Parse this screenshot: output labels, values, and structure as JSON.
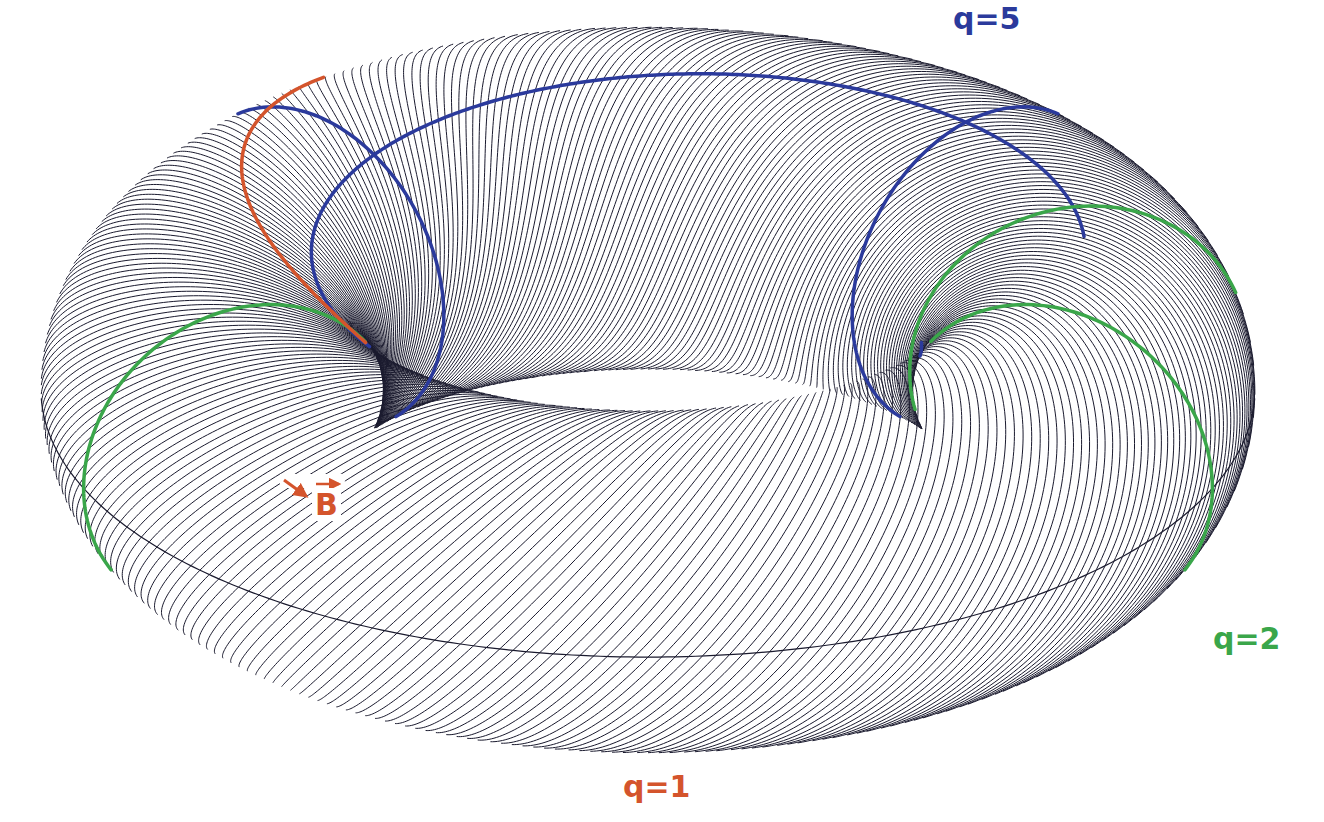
{
  "diagram": {
    "labels": [
      "q=5",
      "q=2",
      "q=1",
      "B"
    ]
  }
}
